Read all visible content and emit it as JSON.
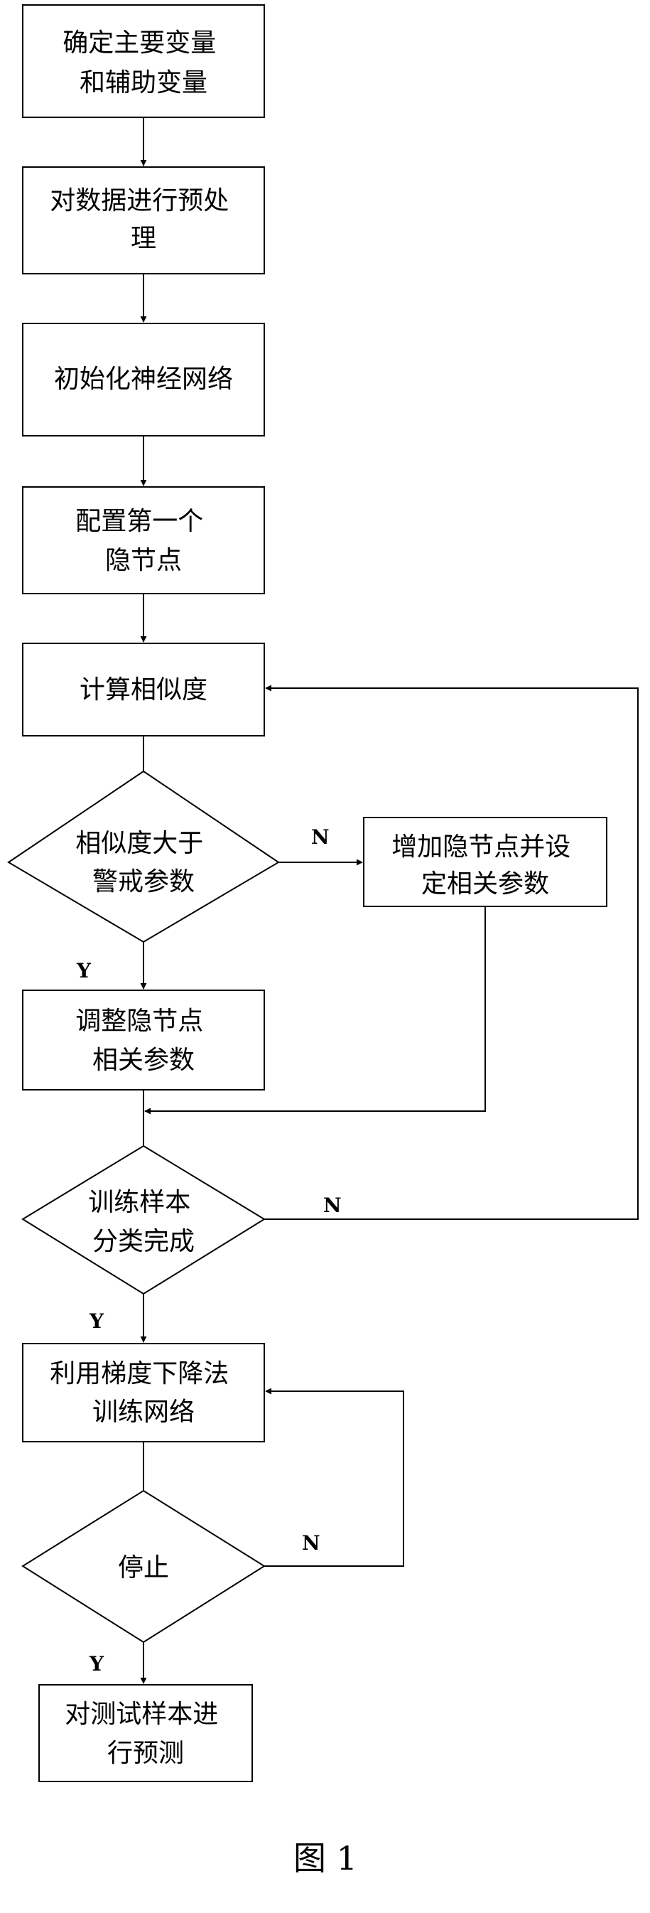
{
  "nodes": {
    "define_vars": [
      "确定主要变量",
      "和辅助变量"
    ],
    "preprocess": [
      "对数据进行预处",
      "理"
    ],
    "init_nn": [
      "初始化神经网络"
    ],
    "config_hidden": [
      "配置第一个",
      "隐节点"
    ],
    "calc_similarity": [
      "计算相似度"
    ],
    "decision_similarity": [
      "相似度大于",
      "警戒参数"
    ],
    "add_hidden": [
      "增加隐节点并设",
      "定相关参数"
    ],
    "adjust_hidden": [
      "调整隐节点",
      "相关参数"
    ],
    "decision_classified": [
      "训练样本",
      "分类完成"
    ],
    "gradient_train": [
      "利用梯度下降法",
      "训练网络"
    ],
    "decision_stop": [
      "停止"
    ],
    "predict": [
      "对测试样本进",
      "行预测"
    ]
  },
  "labels": {
    "sim_no": "N",
    "sim_yes": "Y",
    "cls_no": "N",
    "cls_yes": "Y",
    "stop_no": "N",
    "stop_yes": "Y"
  },
  "caption": "图 1"
}
